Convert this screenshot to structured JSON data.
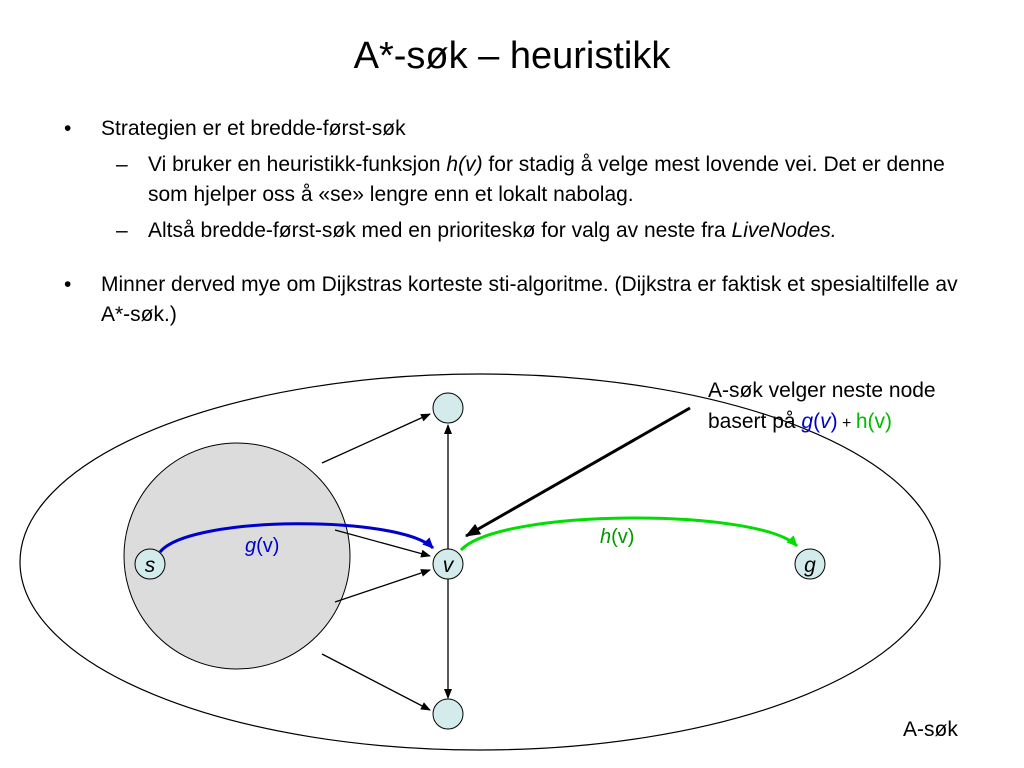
{
  "title": "A*-søk – heuristikk",
  "bullets": {
    "b1": "Strategien er et bredde-først-søk",
    "b1_sub1_a": "Vi bruker en heuristikk-funksjon ",
    "b1_sub1_em": "h(v)",
    "b1_sub1_b": " for stadig å velge mest lovende vei. Det er denne som hjelper oss å «se» lengre enn et lokalt nabolag.",
    "b1_sub2_a": "Altså bredde-først-søk med en prioriteskø for valg av neste fra ",
    "b1_sub2_em": "LiveNodes.",
    "b2": "Minner derved mye om Dijkstras korteste sti-algoritme. (Dijkstra er faktisk et spesialtilfelle av A*-søk.)"
  },
  "diagram": {
    "node_s": "s",
    "node_v": "v",
    "node_g": "g",
    "g_label_fn": "g",
    "g_label_arg": "(v)",
    "h_label_fn": "h",
    "h_label_arg": "(v)",
    "callout_line1": "A-søk velger neste node",
    "callout_line2_a": "basert på ",
    "callout_line2_g": "g",
    "callout_line2_gopen": "(",
    "callout_line2_v": "v",
    "callout_line2_gclose": ")",
    "callout_line2_plus": " + ",
    "callout_line2_h": "h(v)",
    "region_label": "A-søk"
  },
  "colors": {
    "g_path": "#0000cc",
    "h_path": "#00dd00",
    "explored_fill": "#dcdcdc",
    "node_fill": "#d4ebec"
  }
}
